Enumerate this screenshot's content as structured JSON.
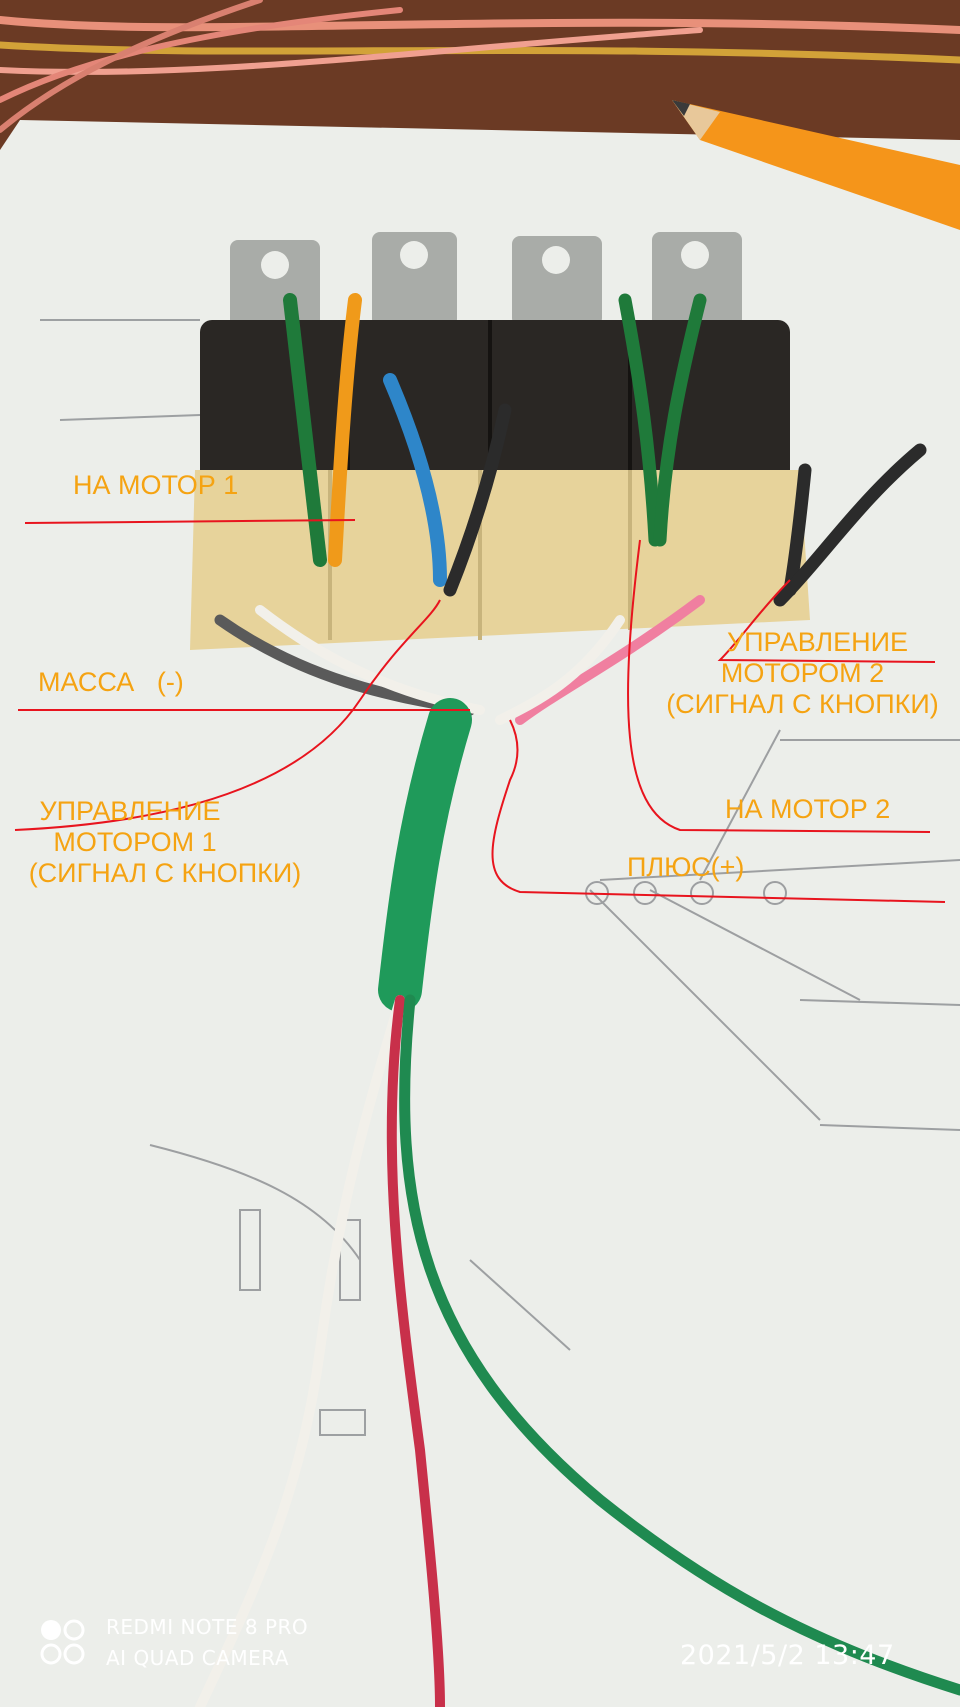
{
  "labels": {
    "motor1": "НА МОТОР 1",
    "mass": "МАССА   (-)",
    "ctrl1_line1": "УПРАВЛЕНИЕ",
    "ctrl1_line2": "МОТОРОМ 1",
    "ctrl1_line3": "(СИГНАЛ С КНОПКИ)",
    "ctrl2_line1": "УПРАВЛЕНИЕ",
    "ctrl2_line2": "МОТОРОМ 2",
    "ctrl2_line3": "(СИГНАЛ С КНОПКИ)",
    "motor2": "НА МОТОР 2",
    "plus": "ПЛЮС(+)"
  },
  "watermark": {
    "model": "REDMI NOTE 8 PRO",
    "camera": "AI QUAD CAMERA",
    "datetime": "2021/5/2 13:47"
  },
  "colors": {
    "annotation_text": "#f5a312",
    "annotation_line": "#e8141e",
    "paper": "#eef0ec",
    "table": "#6b3a24",
    "relay_body": "#2a2724",
    "connector": "#e7d39b"
  }
}
